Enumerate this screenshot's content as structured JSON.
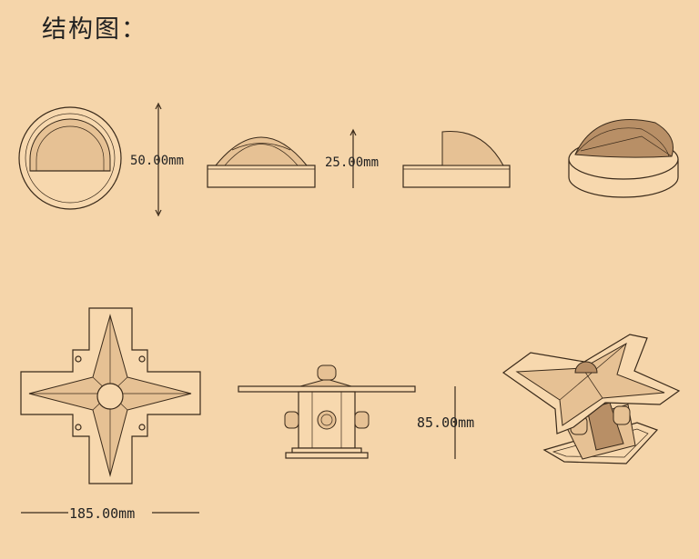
{
  "title": "结构图：",
  "dimensions": {
    "height_small": "50.00mm",
    "depth_small": "25.00mm",
    "height_large": "85.00mm",
    "width_large": "185.00mm"
  },
  "colors": {
    "background": "#f5d5aa",
    "stroke": "#3a2a1a"
  }
}
